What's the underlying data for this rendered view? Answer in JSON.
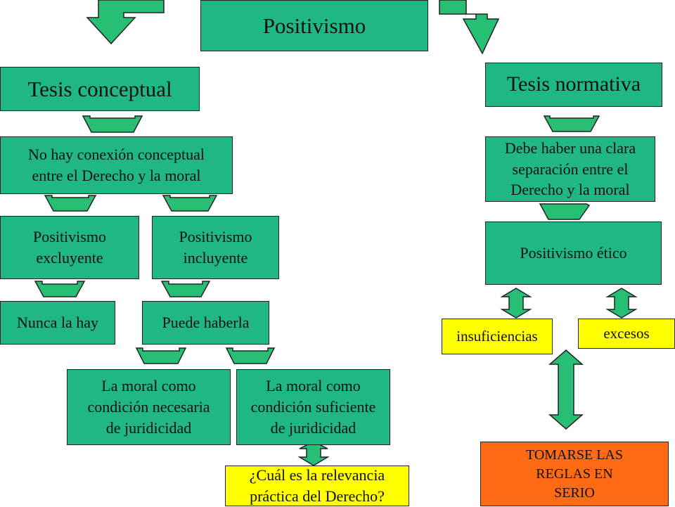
{
  "colors": {
    "box_green": "#1fb784",
    "box_yellow": "#ffff00",
    "box_orange": "#ff6a14",
    "arrow_green": "#26bf73",
    "outline": "#222222"
  },
  "nodes": {
    "positivismo": "Positivismo",
    "tesis_conceptual": "Tesis conceptual",
    "tesis_normativa": "Tesis normativa",
    "no_conexion": "No hay conexión conceptual\nentre el Derecho y la moral",
    "debe_separacion": "Debe haber una clara\nseparación entre el\nDerecho y la moral",
    "pos_excluyente": "Positivismo\nexcluyente",
    "pos_incluyente": "Positivismo\nincluyente",
    "pos_etico": "Positivismo ético",
    "nunca_hay": "Nunca la hay",
    "puede_haberla": "Puede haberla",
    "insuficiencias": "insuficiencias",
    "excesos": "excesos",
    "moral_necesaria": "La moral como\ncondición necesaria\nde juridicidad",
    "moral_suficiente": "La moral como\ncondición suficiente\nde juridicidad",
    "relevancia": "¿Cuál es la relevancia\npráctica del Derecho?",
    "tomarse_reglas": "TOMARSE LAS\nREGLAS EN\nSERIO"
  }
}
